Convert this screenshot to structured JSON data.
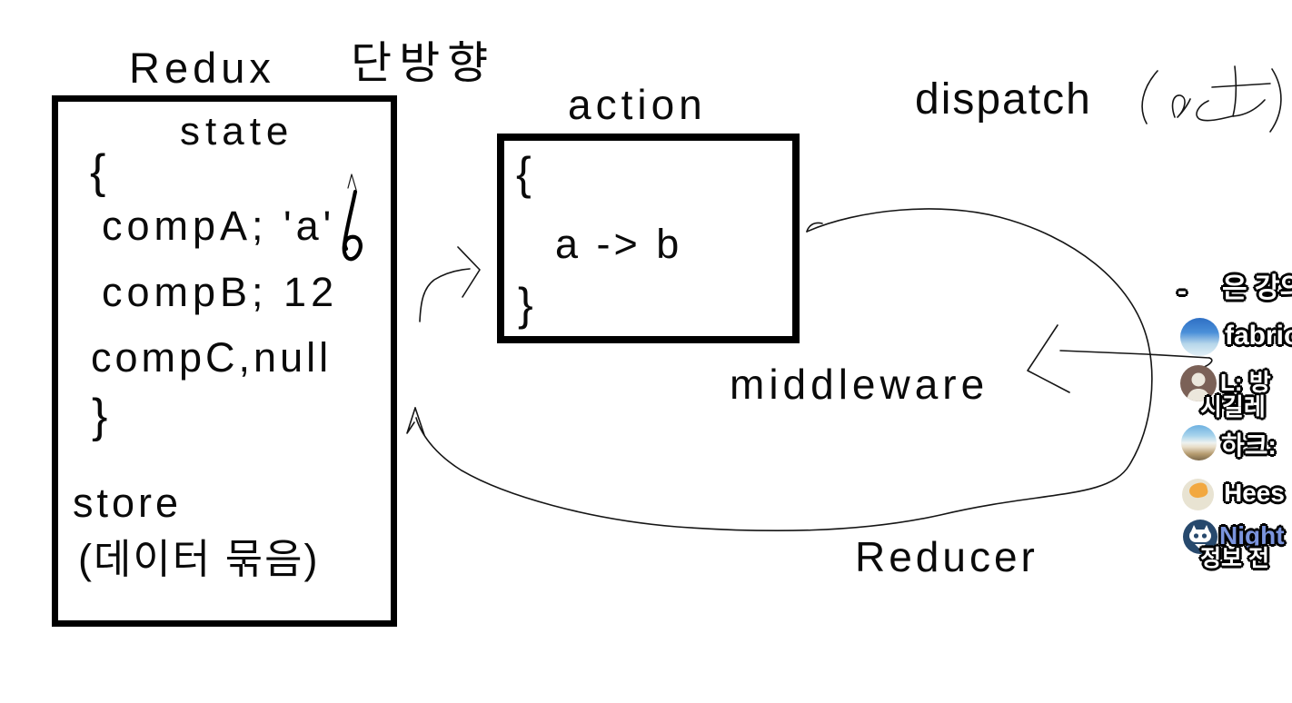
{
  "diagram": {
    "heading": {
      "title": "Redux",
      "subtitle": "단방향"
    },
    "store_box": {
      "label": "state",
      "code_lines": [
        "{",
        "compA; 'a'",
        "compB; 12",
        "compC,null",
        "}"
      ],
      "caption_line1": "store",
      "caption_line2": "(데이터 묶음)"
    },
    "action_box": {
      "label": "action",
      "code_lines": [
        "{",
        "a -> b",
        "}"
      ]
    },
    "annotations": {
      "dispatch": "dispatch",
      "dispatch_handwritten": "(act)",
      "middleware": "middleware",
      "reducer": "Reducer"
    }
  },
  "chat_overlay": {
    "rows": [
      {
        "prefix": "-",
        "message_fragment": "은 강의"
      },
      {
        "username_fragment": "fabric"
      },
      {
        "line1": "L: 방",
        "line2": "시길레"
      },
      {
        "username_fragment": "하크:"
      },
      {
        "username_fragment": "Hees"
      },
      {
        "username_fragment": "Night",
        "line2": "정보 전"
      }
    ],
    "colors": {
      "nightbot_name": "#7b94dd",
      "chat_text": "#ffffff",
      "chat_outline": "#000000"
    }
  }
}
